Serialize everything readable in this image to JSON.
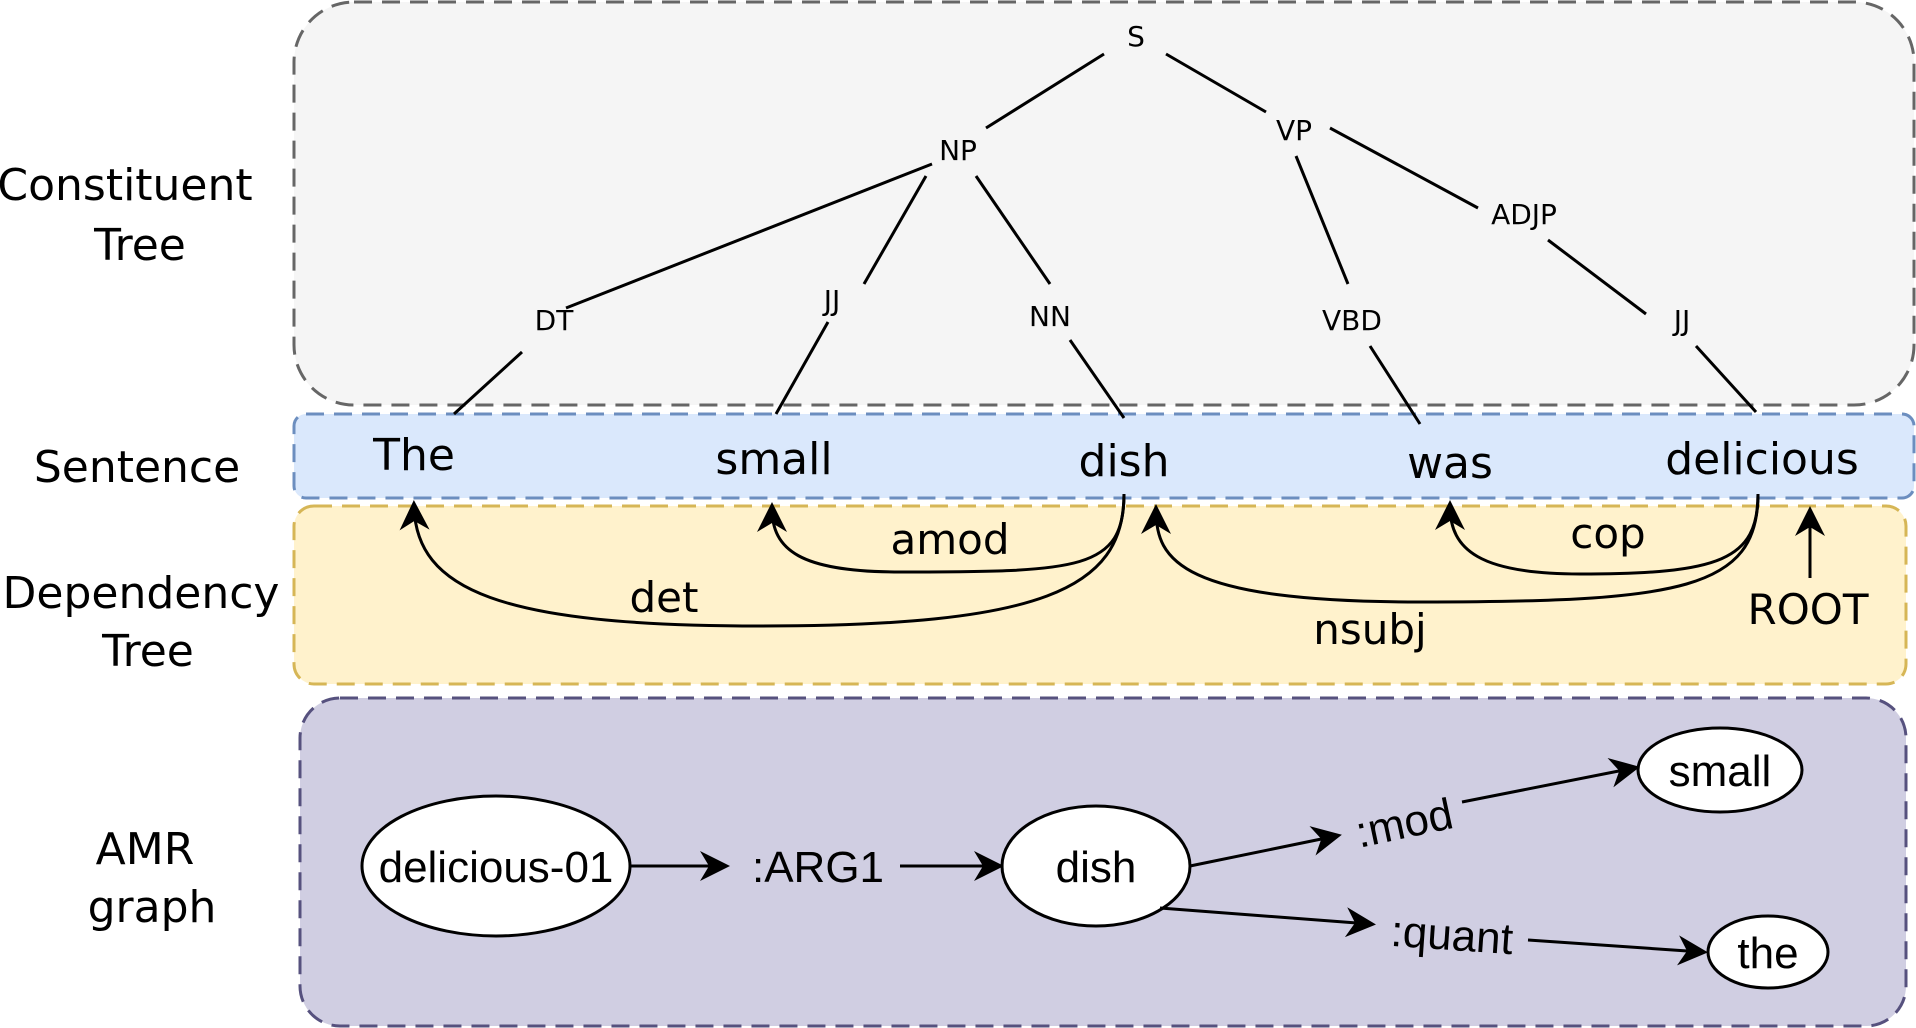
{
  "sections": {
    "constituent": [
      "Constituent",
      "Tree"
    ],
    "sentence": [
      "Sentence"
    ],
    "dependency": [
      "Dependency",
      "Tree"
    ],
    "amr": [
      "AMR",
      "graph"
    ]
  },
  "colors": {
    "constituent_bg": "#f5f5f5",
    "constituent_border": "#666666",
    "sentence_bg": "#dae8fc",
    "sentence_border": "#6c8ebf",
    "dependency_bg": "#fff2cc",
    "dependency_border": "#d6b656",
    "amr_bg": "#d0cee2",
    "amr_border": "#56517e"
  },
  "constituent_nodes": {
    "S": "S",
    "NP": "NP",
    "VP": "VP",
    "ADJP": "ADJP",
    "DT": "DT",
    "JJ1": "JJ",
    "NN": "NN",
    "VBD": "VBD",
    "JJ2": "JJ"
  },
  "sentence": [
    "The",
    "small",
    "dish",
    "was",
    "delicious"
  ],
  "dependency_labels": {
    "det": "det",
    "amod": "amod",
    "nsubj": "nsubj",
    "cop": "cop",
    "root": "ROOT"
  },
  "amr": {
    "delicious": "delicious-01",
    "arg1": ":ARG1",
    "dish": "dish",
    "mod": ":mod",
    "small": "small",
    "quant": ":quant",
    "the": "the"
  }
}
